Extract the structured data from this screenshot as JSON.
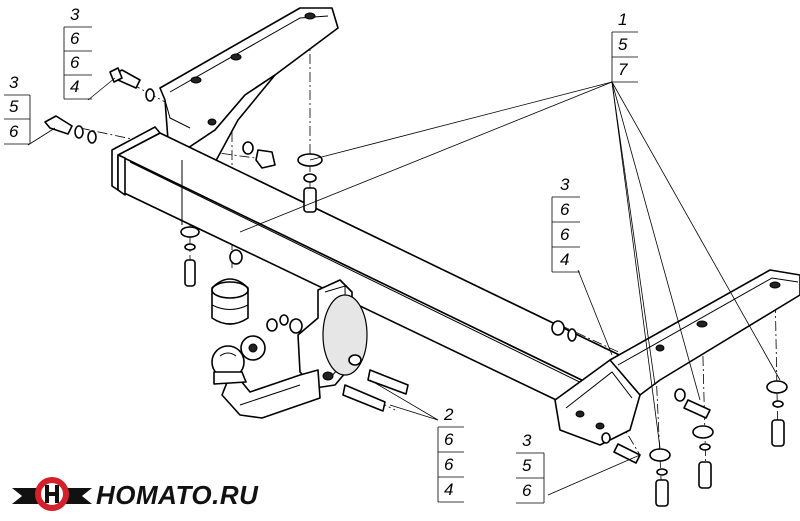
{
  "callouts": {
    "top_left": [
      "3",
      "6",
      "6",
      "4"
    ],
    "left": [
      "3",
      "5",
      "6"
    ],
    "top_right": [
      "1",
      "5",
      "7"
    ],
    "middle_right": [
      "3",
      "6",
      "6",
      "4"
    ],
    "bottom_middle": [
      "2",
      "6",
      "6",
      "4"
    ],
    "bottom_right": [
      "3",
      "5",
      "6"
    ]
  },
  "brand": {
    "name": "HOMATO.RU",
    "logo_icon": "winged-h-logo-icon",
    "colors": {
      "red": "#d4202a",
      "black": "#111111"
    }
  }
}
